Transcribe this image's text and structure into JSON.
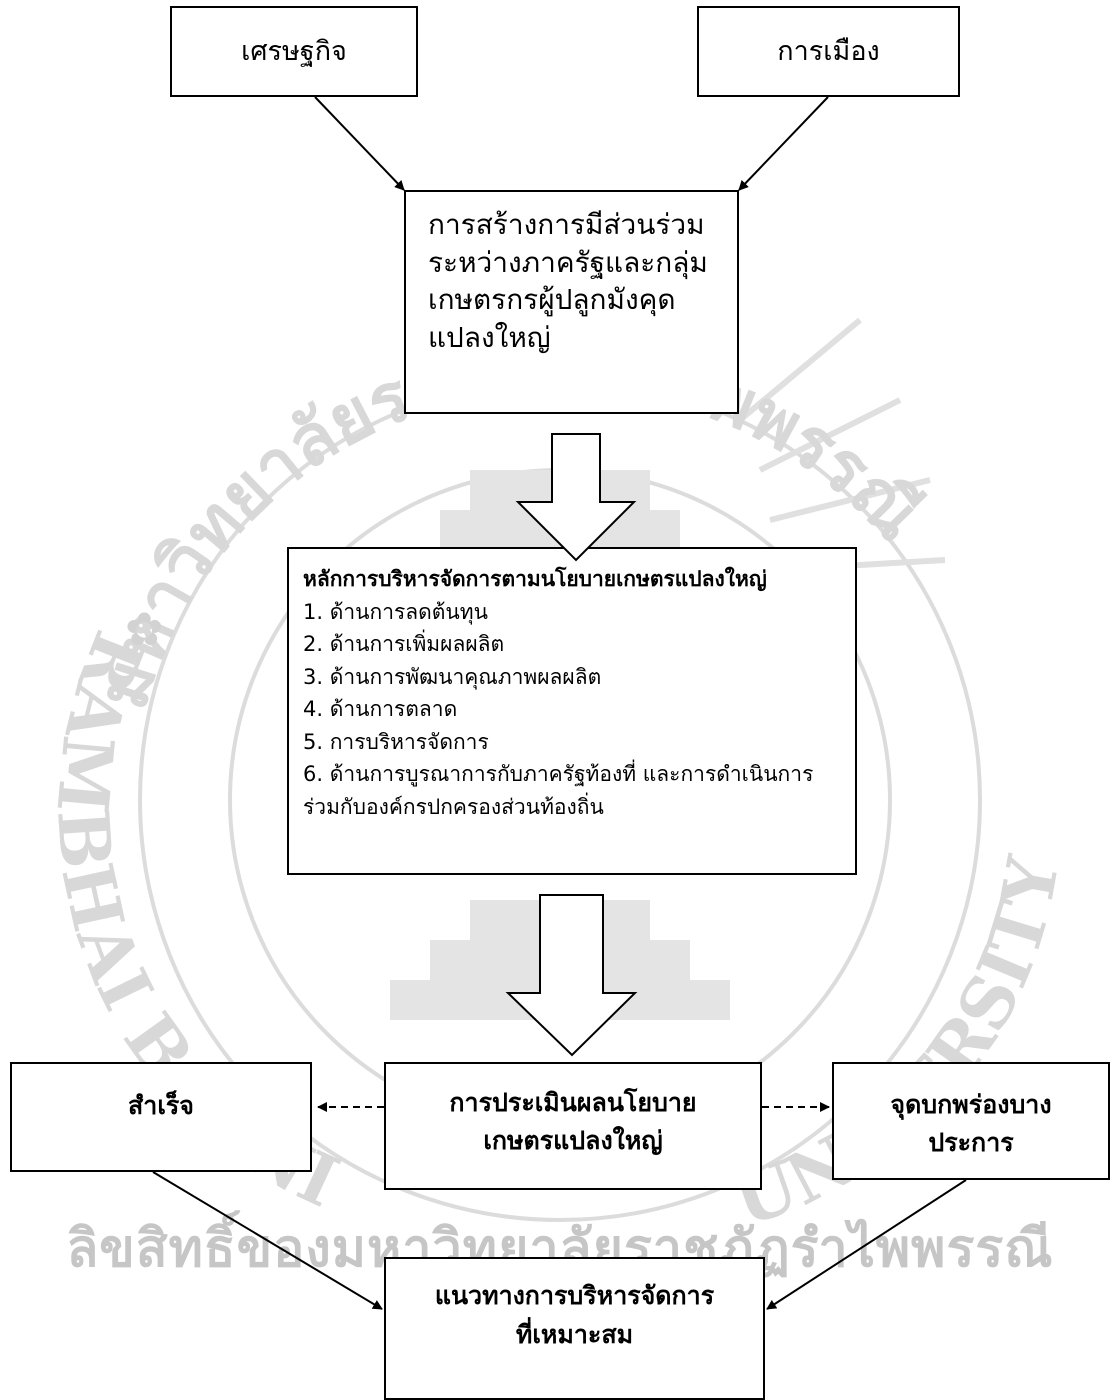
{
  "inputs": {
    "economy": "เศรษฐกิจ",
    "politics": "การเมือง"
  },
  "participation": {
    "lines": [
      "การสร้างการมีส่วนร่วม",
      "ระหว่างภาครัฐและกลุ่ม",
      "เกษตรกรผู้ปลูกมังคุด",
      "แปลงใหญ่"
    ]
  },
  "principles": {
    "heading": "หลักการบริหารจัดการตามนโยบายเกษตรแปลงใหญ่",
    "items": [
      "1. ด้านการลดต้นทุน",
      "2. ด้านการเพิ่มผลผลิต",
      "3. ด้านการพัฒนาคุณภาพผลผลิต",
      "4. ด้านการตลาด",
      "5. การบริหารจัดการ",
      "6. ด้านการบูรณาการกับภาครัฐท้องที่ และการดำเนินการร่วมกับองค์กรปกครองส่วนท้องถิ่น"
    ]
  },
  "evaluation": {
    "lines": [
      "การประเมินผลนโยบาย",
      "เกษตรแปลงใหญ่"
    ]
  },
  "success": {
    "label": "สำเร็จ"
  },
  "weakness": {
    "lines": [
      "จุดบกพร่องบาง",
      "ประการ"
    ]
  },
  "guideline": {
    "lines": [
      "แนวทางการบริหารจัดการ",
      "ที่เหมาะสม"
    ]
  },
  "watermark": {
    "arc_top": "มหาวิทยาลัยราชภัฏรำไพพรรณี",
    "arc_left": "RAMBHAI BARNI",
    "arc_right": "UNIVERSITY",
    "banner": "ลิขสิทธิ์ของมหาวิทยาลัยราชภัฏรำไพพรรณี"
  }
}
